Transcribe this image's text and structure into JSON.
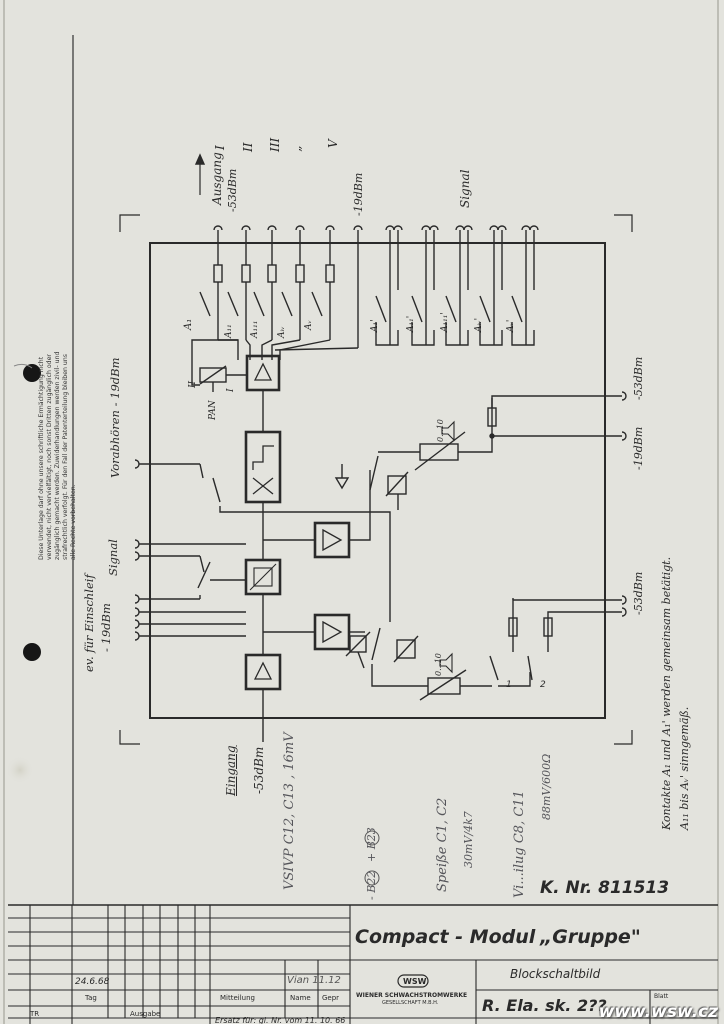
{
  "sheet": {
    "title": "Compact - Modul",
    "subtitle": "„Gruppe\"",
    "drawing_type": "Blockschaltbild",
    "drawing_number": "R. Ela. sk. 2?? ",
    "k_nr": "K. Nr. 811513",
    "company": "WIENER SCHWACHSTROMWERKE",
    "company_sub": "GESELLSCHAFT M.B.H.",
    "logo": "WSW",
    "watermark": "www.wsw.cz",
    "side_note": "Diese Unterlage darf ohne unsere schriftliche Ermächtigung nicht verwendet, nicht vervielfältigt, noch sonst Dritten zugänglich oder zugänglich gemacht werden. Zuwiderhandlungen werden zivil- und strafrechtlich verfolgt. Für den Fall der Patenterteilung bleiben uns alle Rechte vorbehalten.",
    "contacts_note_1": "Kontakte A₁ und A₁' werden gemeinsam betätigt.",
    "contacts_note_2": "A₁₁ bis Aᵥ' sinngemäß."
  },
  "title_block": {
    "date": "24.6.68",
    "tag": "Tag",
    "ausgabe": "Ausgabe",
    "mitteilung": "Mitteilung",
    "name": "Name",
    "gepr": "Gepr",
    "blatt": "Blatt",
    "tr": "TR",
    "signature": "Vian 11.12",
    "ersatz": "Ersatz für: gl. Nr. vom 11. 10. 66"
  },
  "labels": {
    "ausgang": "Ausgang",
    "ausgang_level": "-53dBm",
    "roman": [
      "I",
      "II",
      "III",
      "”",
      "V"
    ],
    "out_19": "-19dBm",
    "signal_top": "Signal",
    "right_53": "-53dBm",
    "right_19": "-19dBm",
    "right_53b": "-53dBm",
    "vorabhoren": "Vorabhören - 19dBm",
    "signal_left": "Signal",
    "einschleif": "ev. für Einschleif",
    "einschleif_level": "- 19dBm",
    "eingang": "Eingang",
    "eingang_level": "-53dBm",
    "pan": "PAN",
    "pan_ii": "II",
    "pan_i": "I",
    "fader1": "0...10",
    "fader2": "0...10",
    "sw1": "1",
    "sw2": "2",
    "a_labels": [
      "A₁",
      "A₁₁",
      "A₁₁₁",
      "Aᵢᵥ",
      "Aᵥ"
    ],
    "ap_labels": [
      "A₁'",
      "A₁₁'",
      "A₁₁₁'",
      "Aᵢᵥ'",
      "Aᵥ'"
    ]
  },
  "handwriting": {
    "h1": "VSIVP C12, C13 , 16mV",
    "h2a": "+ B23",
    "h2b": "- B22",
    "h3a": "Speiße C1, C2",
    "h3b": "30mV/4k7",
    "h4a": "Vi...ilug C8, C11",
    "h4b": "88mV/600Ω"
  }
}
